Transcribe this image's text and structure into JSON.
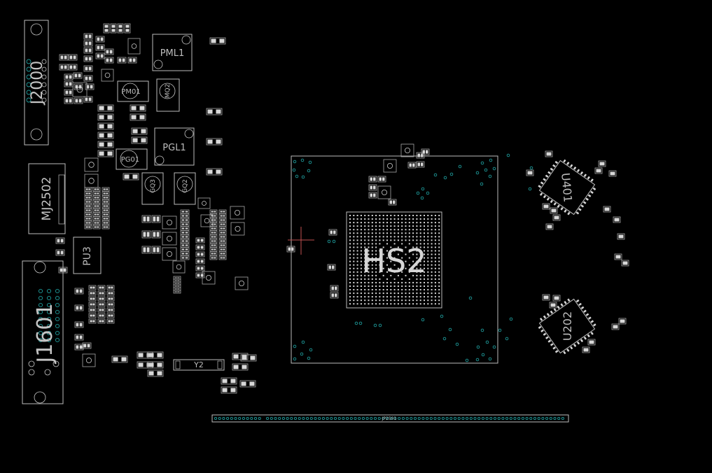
{
  "view": "bottom",
  "colors": {
    "background": "#000000",
    "outline": "#bdbdbd",
    "via": "#1e9a9a",
    "cursor": "#c05050"
  },
  "labels": {
    "j2000": "J2000",
    "pml1": "PML1",
    "pm01": "PM01",
    "mq2": "MQ2",
    "pgl1": "PGL1",
    "pg01": "PG01",
    "gq3": "GQ3",
    "gq2": "GQ2",
    "mj2502": "MJ2502",
    "pu3": "PU3",
    "j1601": "J1601",
    "y2": "Y2",
    "hs2": "HS2",
    "u401": "U401",
    "u202": "U202",
    "conn_bottom": "JP2501"
  }
}
